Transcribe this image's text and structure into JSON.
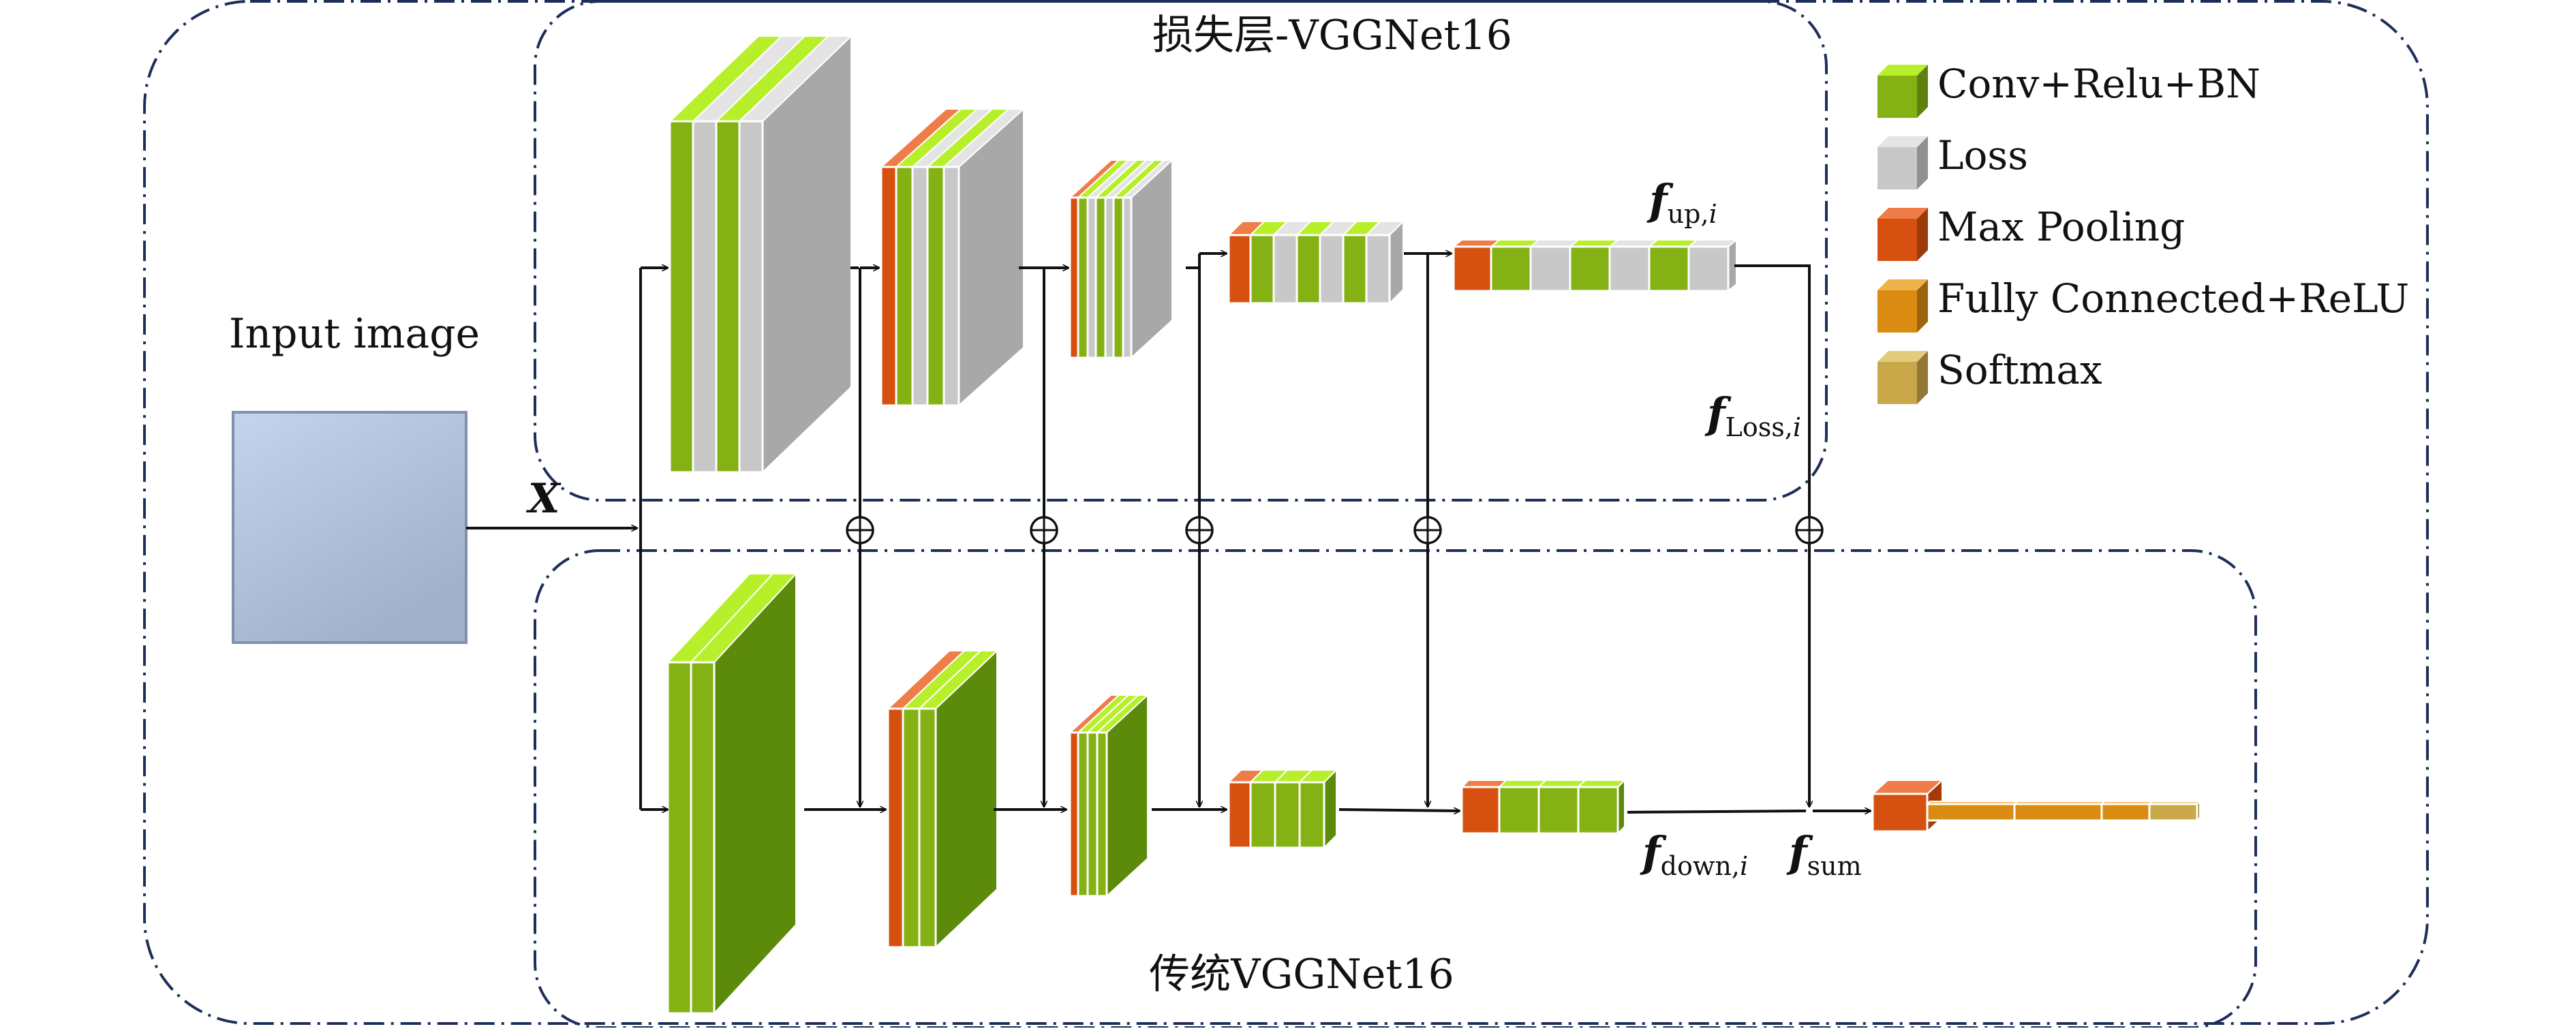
{
  "titles": {
    "upper": "损失层-VGGNet16",
    "lower": "传统VGGNet16",
    "input": "Input image"
  },
  "labels": {
    "x": "X",
    "f_up": {
      "base": "f",
      "sub": "up,",
      "sub_i": "i"
    },
    "f_loss": {
      "base": "f",
      "sub": "Loss,",
      "sub_i": "i"
    },
    "f_down": {
      "base": "f",
      "sub": "down,",
      "sub_i": "i"
    },
    "f_sum": {
      "base": "f",
      "sub": "sum"
    }
  },
  "legend": [
    {
      "key": "conv",
      "label": "Conv+Relu+BN"
    },
    {
      "key": "loss",
      "label": "Loss"
    },
    {
      "key": "pool",
      "label": "Max Pooling"
    },
    {
      "key": "fc",
      "label": "Fully Connected+ReLU"
    },
    {
      "key": "softmax",
      "label": "Softmax"
    }
  ],
  "colors": {
    "conv": "#84b214",
    "conv_dark": "#5c8a0a",
    "conv_top": "#b7ef2a",
    "loss": "#c8c8c8",
    "loss_side": "#a8a8a8",
    "pool": "#d6500f",
    "pool_top": "#ef7d48",
    "fc": "#d98b12",
    "fc_top": "#f0b24a",
    "softmax": "#c9a84a",
    "softmax_top": "#e2cc7c",
    "input_top": "#c4d4ec",
    "input_bottom": "#a0b0c8",
    "border": "#1e2e5a",
    "line": "#111111"
  }
}
